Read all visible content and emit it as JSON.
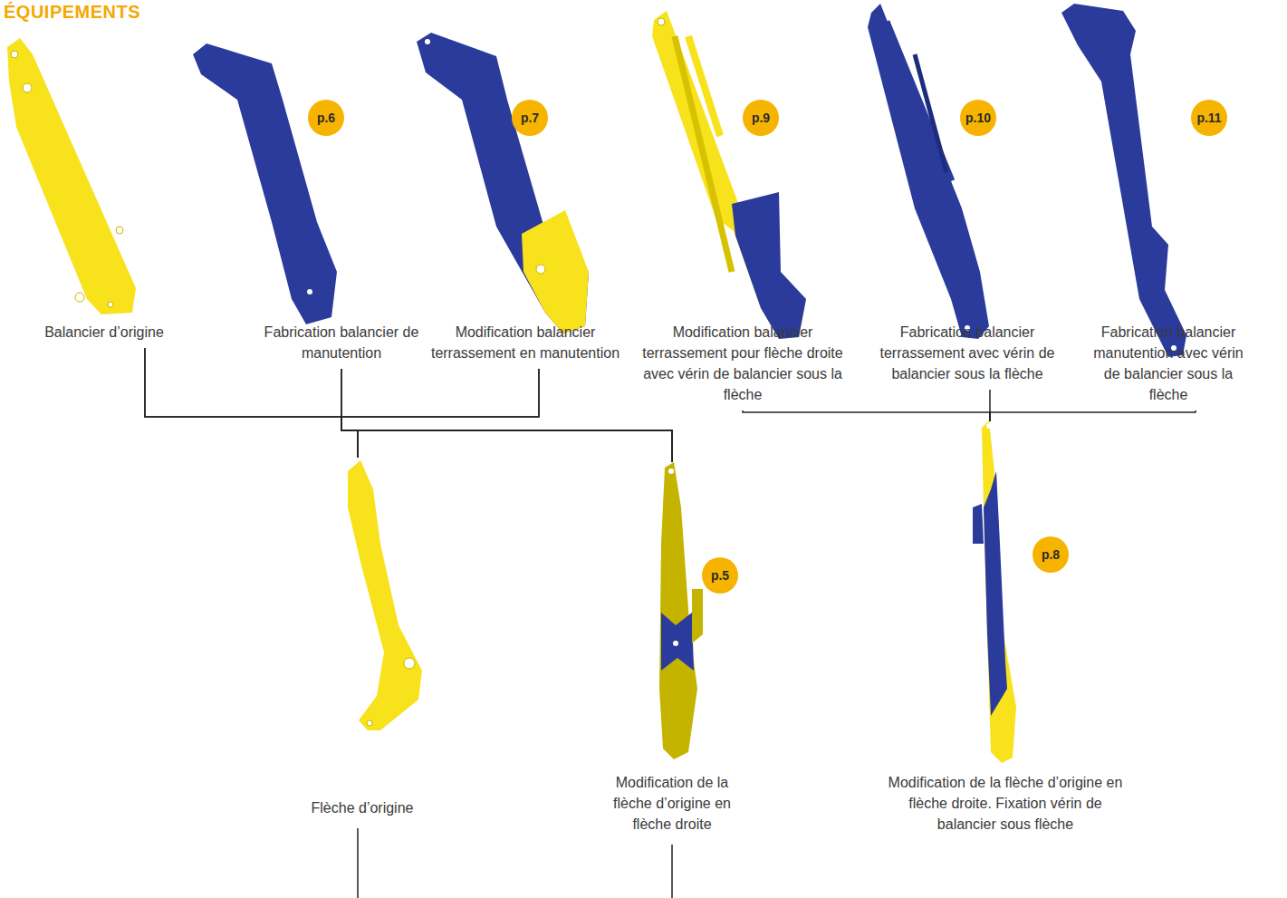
{
  "diagram": {
    "title": "ÉQUIPEMENTS",
    "nodes": [
      {
        "text": [
          "Balancier d’origine"
        ]
      },
      {
        "text": [
          "Fabrication balancier de manutention"
        ]
      },
      {
        "text": [
          "p.6"
        ],
        "in": 1
      },
      {
        "text": [
          "Modification balancier terrassement en manutention"
        ]
      },
      {
        "text": [
          "p.7"
        ],
        "in": 3
      },
      {
        "text": [
          "Modification balancier terrassement pour flèche droite avec vérin de balancier sous la flèche"
        ]
      },
      {
        "text": [
          "p.9"
        ],
        "in": 5
      },
      {
        "text": [
          "Fabrication balancier terrassement avec vérin de balancier sous la flèche"
        ]
      },
      {
        "text": [
          "p.10"
        ],
        "in": 7
      },
      {
        "text": [
          "Fabrication balancier manutention avec vérin de balancier sous la flèche"
        ]
      },
      {
        "text": [
          "p.11"
        ],
        "in": 9
      },
      {
        "text": [
          "Flèche d’origine"
        ]
      },
      {
        "text": [
          "Modification de la flèche d’origine en flèche droite"
        ]
      },
      {
        "text": [
          "p.5"
        ],
        "in": 12
      },
      {
        "text": [
          "Modification de la flèche d’origine en flèche droite. Fixation vérin de balancier sous flèche"
        ]
      },
      {
        "text": [
          "p.8"
        ],
        "in": 14
      }
    ],
    "edges": [
      {
        "from": 0,
        "to": 11,
        "arrow": "none"
      },
      {
        "from": 0,
        "to": 12,
        "arrow": "none"
      },
      {
        "from": 1,
        "to": 11,
        "arrow": "none"
      },
      {
        "from": 1,
        "to": 12,
        "arrow": "none"
      },
      {
        "from": 3,
        "to": 11,
        "arrow": "none"
      },
      {
        "from": 3,
        "to": 12,
        "arrow": "none"
      },
      {
        "from": 5,
        "to": 14,
        "arrow": "none"
      },
      {
        "from": 7,
        "to": 14,
        "arrow": "none"
      },
      {
        "from": 9,
        "to": 14,
        "arrow": "none"
      }
    ]
  }
}
